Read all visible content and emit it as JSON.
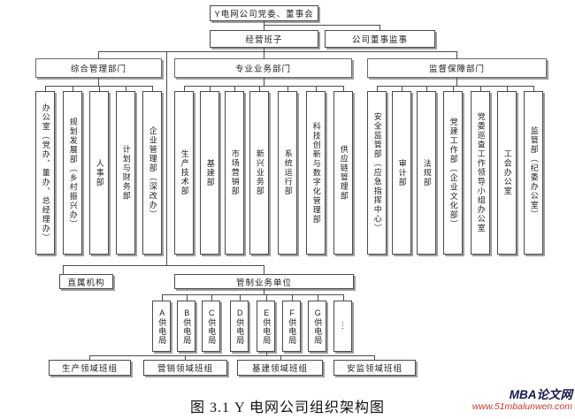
{
  "boxes": {
    "top": "Y电网公司党委、董事会",
    "management": "经营班子",
    "supervisors": "公司董事监事",
    "direct_org": "直属机构",
    "regulated_units": "管制业务单位"
  },
  "departments": [
    {
      "label": "综合管理部门",
      "children": [
        "办公室（党办、董办、总经理办）",
        "规划发展部（乡村振兴办）",
        "人事部",
        "计划与财务部",
        "企业管理部（深改办）"
      ]
    },
    {
      "label": "专业业务部门",
      "children": [
        "生产技术部",
        "基建部",
        "市场营销部",
        "新兴业务部",
        "系统运行部",
        "科技创新与数字化管理部",
        "供应链管理部"
      ]
    },
    {
      "label": "监督保障部门",
      "children": [
        "安全监管部（应急指挥中心）",
        "审计部",
        "法规部",
        "党建工作部（企业文化部）",
        "党委巡查工作领导小组办公室",
        "工会办公室",
        "监管部（纪委办公室）"
      ]
    }
  ],
  "power_bureaus": [
    "A供电局",
    "B供电局",
    "C供电局",
    "D供电局",
    "E供电局",
    "F供电局",
    "G供电局",
    "⋮"
  ],
  "team_groups": [
    "生产领域班组",
    "营销领域班组",
    "基建领域班组",
    "安监领域班组"
  ],
  "caption": "图 3.1 Y 电网公司组织架构图",
  "watermark": {
    "name": "MBA论文网",
    "url": "www.51mbalunwen.com",
    "name_color": "#17174a",
    "url_color": "#c9392e"
  },
  "colors": {
    "line": "#4c4c4c",
    "box_border": "#4a4a4a",
    "box_shadow": "#9e9e9e"
  }
}
